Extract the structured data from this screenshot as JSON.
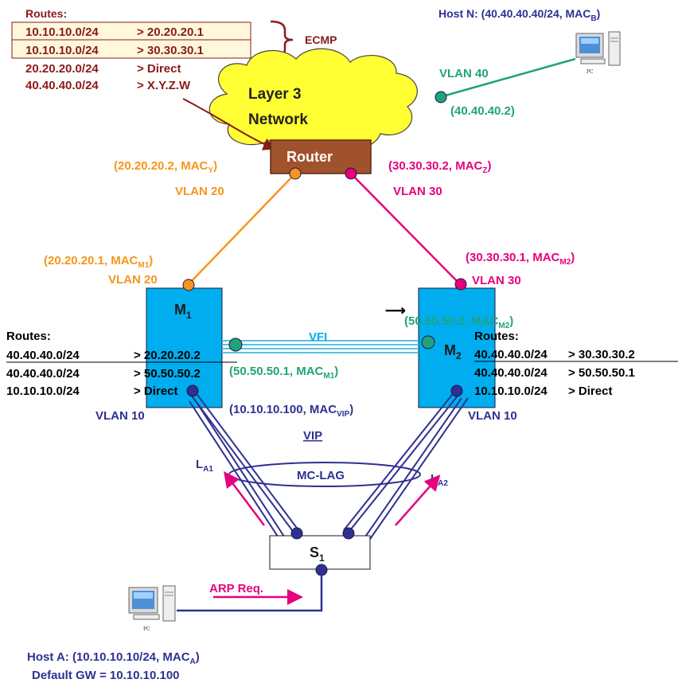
{
  "colors": {
    "maroon": "#8b1a1a",
    "navy": "#2e3192",
    "orange": "#f7941d",
    "magenta": "#e6007e",
    "teal": "#1fa37f",
    "switch_fill": "#00aeef",
    "router_fill": "#a0522d",
    "cloud_fill": "#ffff33",
    "vfi_line": "#5bc0de"
  },
  "top_routes": {
    "title": "Routes:",
    "rows": [
      {
        "prefix": "10.10.10.0/24",
        "next": "> 20.20.20.1"
      },
      {
        "prefix": "10.10.10.0/24",
        "next": "> 30.30.30.1"
      },
      {
        "prefix": "20.20.20.0/24",
        "next": "> Direct"
      },
      {
        "prefix": "40.40.40.0/24",
        "next": "> X.Y.Z.W"
      }
    ],
    "ecmp_label": "ECMP"
  },
  "host_n": {
    "label_main": "Host N: (40.40.40.40/24, MAC",
    "label_sub": "B",
    "label_end": ")",
    "pc_label": "PC"
  },
  "cloud": {
    "line1": "Layer 3",
    "line2": "Network"
  },
  "vlan40": {
    "label": "VLAN 40",
    "addr": "(40.40.40.2)"
  },
  "router": {
    "label": "Router"
  },
  "router_left": {
    "addr_main": "(20.20.20.2, MAC",
    "addr_sub": "Y",
    "addr_end": ")",
    "vlan": "VLAN 20"
  },
  "router_right": {
    "addr_main": "(30.30.30.2, MAC",
    "addr_sub": "Z",
    "addr_end": ")",
    "vlan": "VLAN 30"
  },
  "m1_top": {
    "addr_main": "(20.20.20.1, MAC",
    "addr_sub": "M1",
    "addr_end": ")",
    "vlan": "VLAN 20"
  },
  "m2_top": {
    "addr_main": "(30.30.30.1, MAC",
    "addr_sub": "M2",
    "addr_end": ")",
    "vlan": "VLAN 30"
  },
  "m1": {
    "name": "M",
    "sub": "1"
  },
  "m2": {
    "name": "M",
    "sub": "2"
  },
  "vfi": {
    "label": "VFI",
    "m1_addr_main": "(50.50.50.1, MAC",
    "m1_addr_sub": "M1",
    "m1_addr_end": ")",
    "m2_addr_main": "(50.50.50.2, MAC",
    "m2_addr_sub": "M2",
    "m2_addr_end": ")",
    "arrow": "⟶"
  },
  "m1_routes": {
    "title": "Routes:",
    "rows": [
      {
        "prefix": "40.40.40.0/24",
        "next": "> 20.20.20.2"
      },
      {
        "prefix": "40.40.40.0/24",
        "next": "> 50.50.50.2"
      },
      {
        "prefix": "10.10.10.0/24",
        "next": "> Direct"
      }
    ]
  },
  "m2_routes": {
    "title": "Routes:",
    "rows": [
      {
        "prefix": "40.40.40.0/24",
        "next": "> 30.30.30.2"
      },
      {
        "prefix": "40.40.40.0/24",
        "next": "> 50.50.50.1"
      },
      {
        "prefix": "10.10.10.0/24",
        "next": "> Direct"
      }
    ]
  },
  "vlan10_left": "VLAN 10",
  "vlan10_right": "VLAN 10",
  "vip": {
    "addr_main": "(10.10.10.100, MAC",
    "addr_sub": "VIP",
    "addr_end": ")",
    "label": "VIP"
  },
  "lag": {
    "label": "MC-LAG",
    "la1_main": "L",
    "la1_sub": "A1",
    "la2_main": "L",
    "la2_sub": "A2"
  },
  "s1": {
    "name": "S",
    "sub": "1"
  },
  "arp": {
    "label": "ARP Req."
  },
  "host_a": {
    "pc_label": "PC",
    "line1_main": "Host A: (10.10.10.10/24, MAC",
    "line1_sub": "A",
    "line1_end": ")",
    "line2": "Default GW = 10.10.10.100"
  }
}
